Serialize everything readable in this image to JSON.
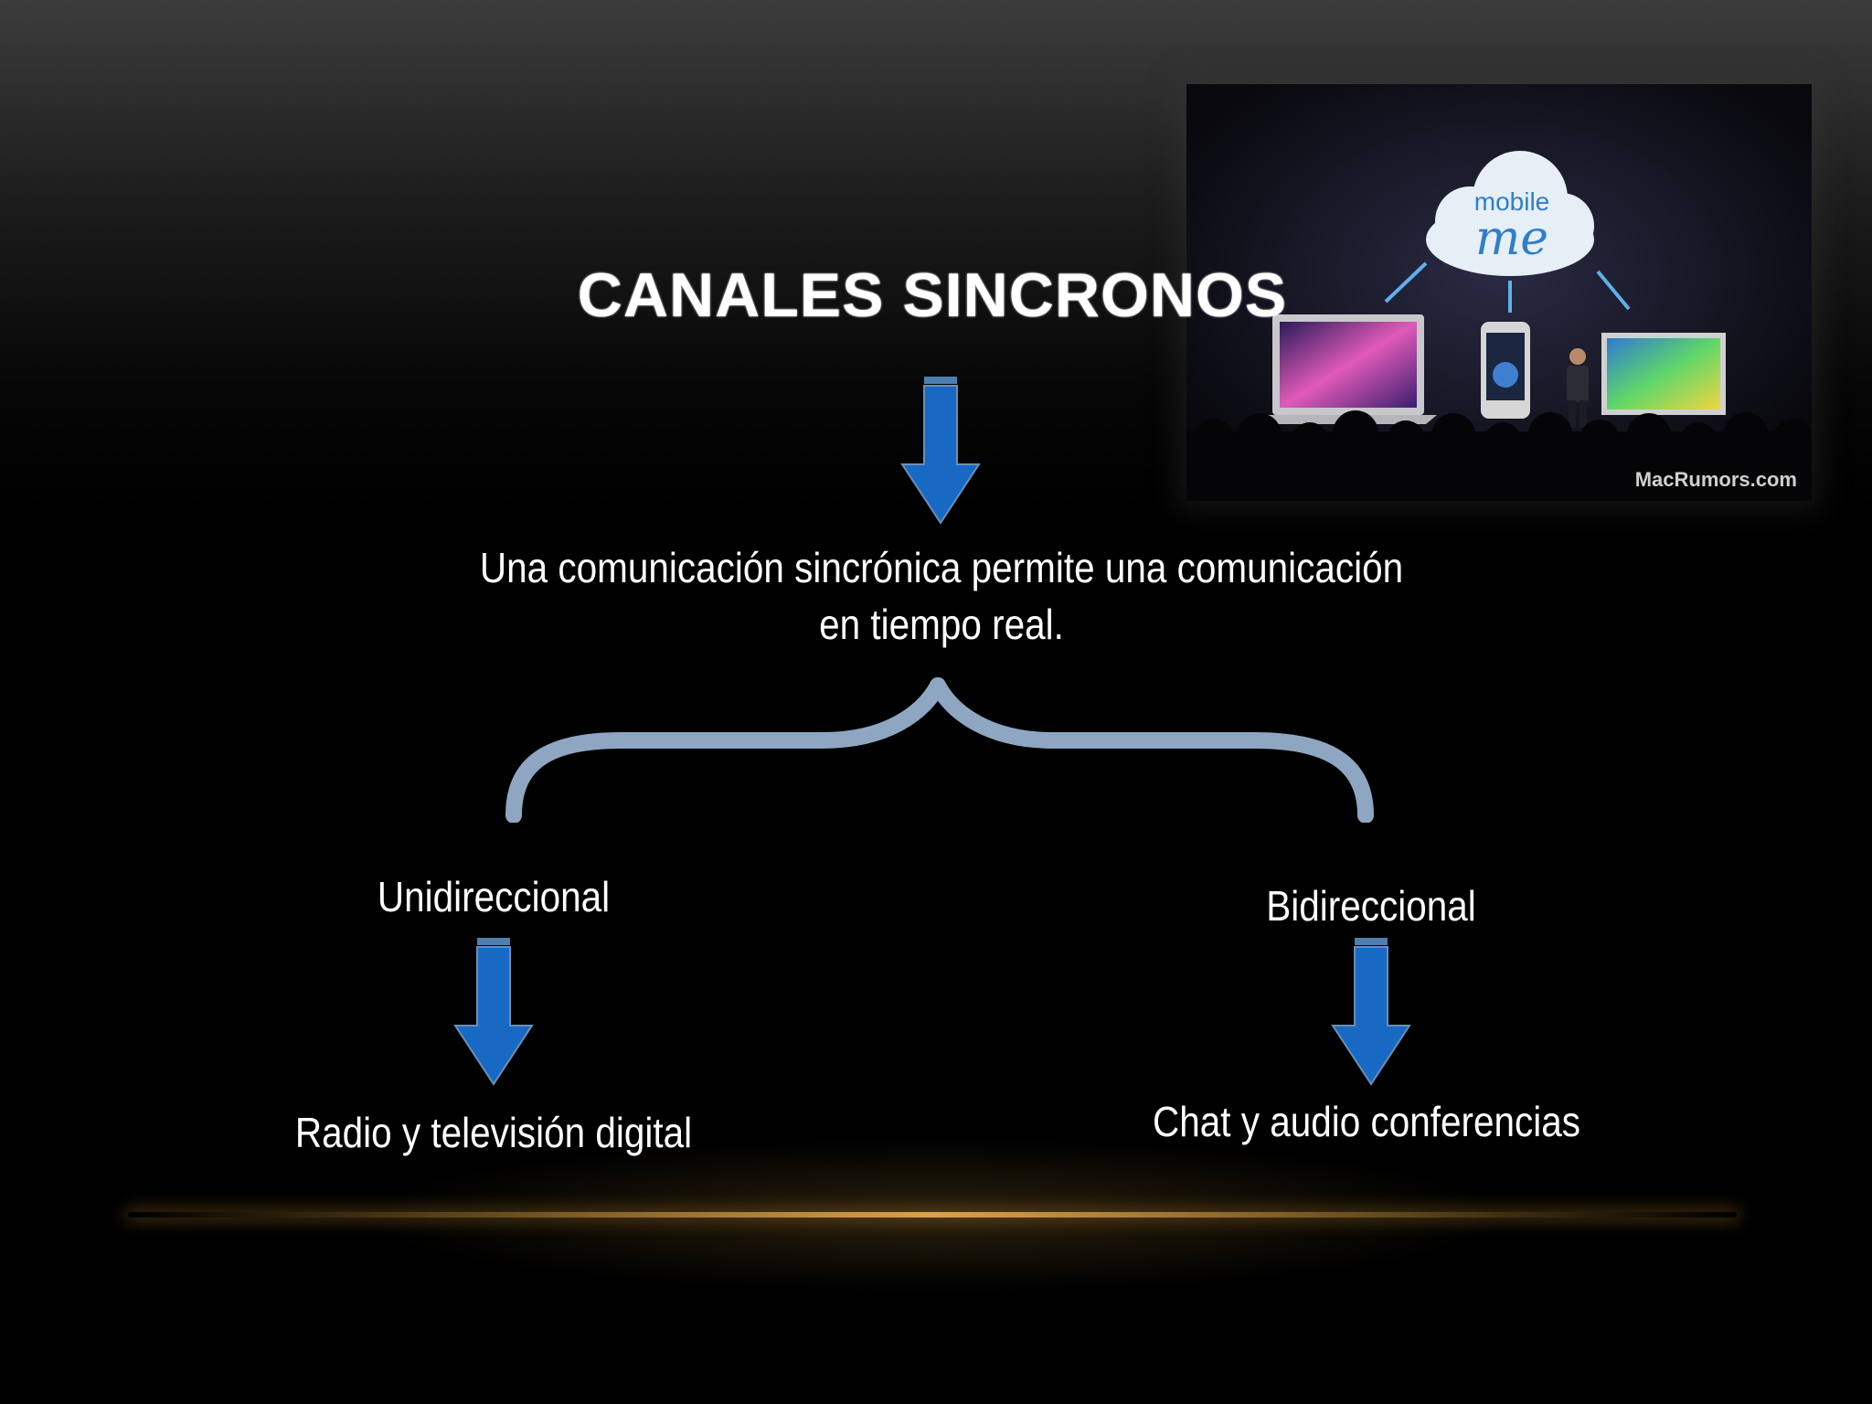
{
  "slide": {
    "title": "CANALES SINCRONOS",
    "description_line1": "Una comunicación sincrónica permite una comunicación",
    "description_line2": "en tiempo real.",
    "branch_left": "Unidireccional",
    "branch_right": "Bidireccional",
    "leaf_left": "Radio y televisión digital",
    "leaf_right": "Chat  y audio conferencias"
  },
  "photo": {
    "cloud_text_top": "mobile",
    "cloud_text_bottom": "me",
    "watermark": "MacRumors.com"
  },
  "colors": {
    "arrow_blue": "#1769c4",
    "brace_blue_gray": "#8ea6c2",
    "accent_gold": "#d9a24a",
    "background": "#000000"
  }
}
